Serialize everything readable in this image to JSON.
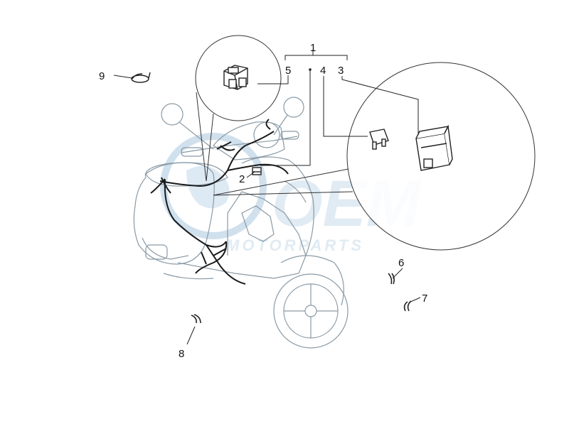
{
  "watermark": {
    "brand": "OEM",
    "tagline": "MOTORPARTS",
    "color": "#aac8e0"
  },
  "callouts": [
    {
      "id": "1",
      "text": "1"
    },
    {
      "id": "2",
      "text": "2"
    },
    {
      "id": "3",
      "text": "3"
    },
    {
      "id": "4",
      "text": "4"
    },
    {
      "id": "5",
      "text": "5"
    },
    {
      "id": "6",
      "text": "6"
    },
    {
      "id": "7",
      "text": "7"
    },
    {
      "id": "8",
      "text": "8"
    },
    {
      "id": "9",
      "text": "9"
    }
  ],
  "colors": {
    "outline": "#8a9aa6",
    "wiring": "#1a1a1a",
    "leader": "#222222"
  }
}
